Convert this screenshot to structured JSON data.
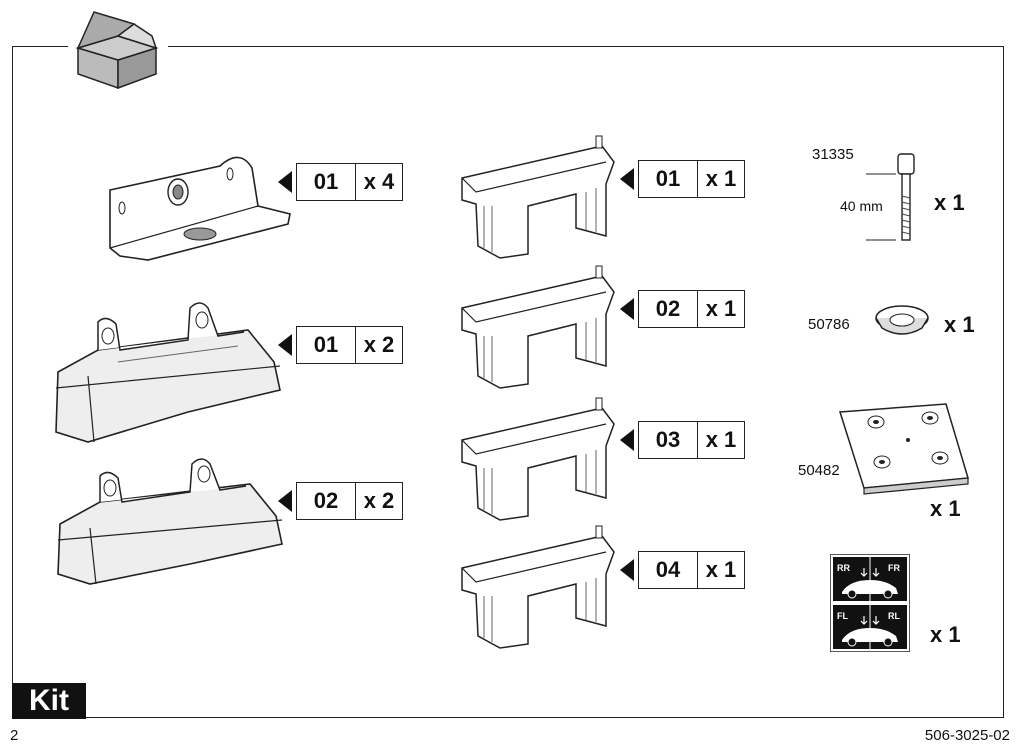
{
  "labels": [
    {
      "num": "01",
      "qty": "x 4"
    },
    {
      "num": "01",
      "qty": "x 2"
    },
    {
      "num": "02",
      "qty": "x 2"
    },
    {
      "num": "01",
      "qty": "x 1"
    },
    {
      "num": "02",
      "qty": "x 1"
    },
    {
      "num": "03",
      "qty": "x 1"
    },
    {
      "num": "04",
      "qty": "x 1"
    }
  ],
  "hardware": {
    "bolt": {
      "code": "31335",
      "length": "40 mm",
      "qty": "x 1"
    },
    "washer": {
      "code": "50786",
      "qty": "x 1"
    },
    "pad": {
      "code": "50482",
      "qty": "x 1"
    },
    "sticker": {
      "qty": "x 1",
      "tags": [
        "RR",
        "FR",
        "FL",
        "RL"
      ]
    }
  },
  "footer": {
    "section_title": "Kit",
    "page_number": "2",
    "document_number": "506-3025-02"
  }
}
